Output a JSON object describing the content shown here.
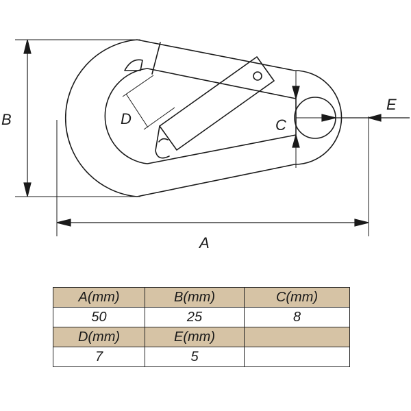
{
  "diagram": {
    "labels": {
      "A": "A",
      "B": "B",
      "C": "C",
      "D": "D",
      "E": "E"
    },
    "colors": {
      "stroke": "#1a1a1a",
      "header_fill": "#d6c3a5"
    }
  },
  "specs_table": {
    "rows": [
      {
        "type": "header",
        "cells": [
          "A(mm)",
          "B(mm)",
          "C(mm)"
        ]
      },
      {
        "type": "value",
        "cells": [
          "50",
          "25",
          "8"
        ]
      },
      {
        "type": "header",
        "cells": [
          "D(mm)",
          "E(mm)",
          ""
        ]
      },
      {
        "type": "value",
        "cells": [
          "7",
          "5",
          ""
        ]
      }
    ]
  }
}
